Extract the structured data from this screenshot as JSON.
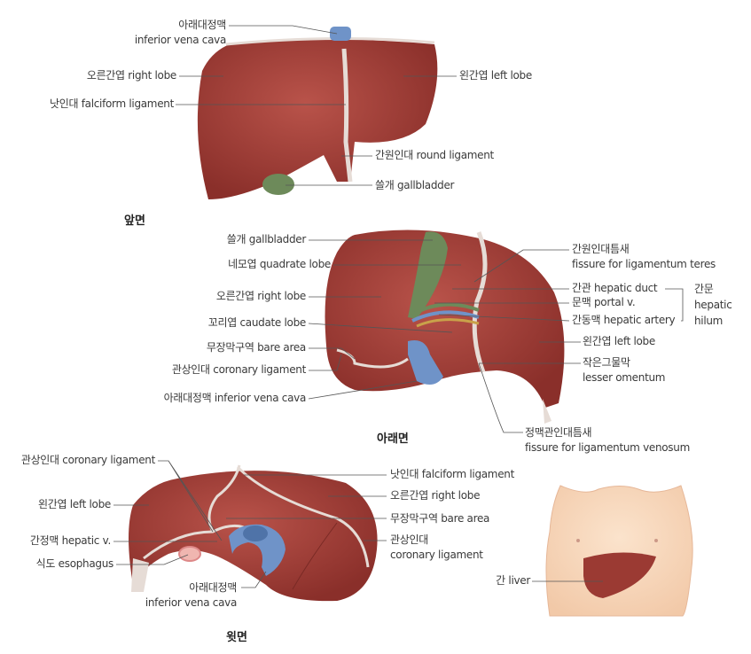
{
  "front": {
    "title": "앞면",
    "ivc_ko": "아래대정맥",
    "ivc_en": "inferior vena cava",
    "right_lobe": "오른간엽 right lobe",
    "falciform": "낫인대 falciform ligament",
    "left_lobe": "왼간엽 left lobe",
    "round_lig": "간원인대 round ligament",
    "gallbladder": "쓸개 gallbladder"
  },
  "inferior": {
    "title": "아래면",
    "gallbladder": "쓸개 gallbladder",
    "quadrate": "네모엽 quadrate lobe",
    "right_lobe": "오른간엽 right lobe",
    "caudate": "꼬리엽 caudate lobe",
    "bare_area": "무장막구역 bare area",
    "coronary": "관상인대 coronary ligament",
    "ivc": "아래대정맥 inferior vena cava",
    "teres_ko": "간원인대틈새",
    "teres_en": "fissure for ligamentum teres",
    "hepatic_duct": "간관 hepatic duct",
    "portal_v": "문맥 portal v.",
    "hepatic_artery": "간동맥 hepatic artery",
    "hilum_ko": "간문",
    "hilum_en1": "hepatic",
    "hilum_en2": "hilum",
    "left_lobe": "왼간엽 left lobe",
    "omentum_ko": "작은그물막",
    "omentum_en": "lesser omentum",
    "venosum_ko": "정맥관인대틈새",
    "venosum_en": "fissure for ligamentum venosum"
  },
  "superior": {
    "title": "윗면",
    "coronary": "관상인대 coronary ligament",
    "left_lobe": "왼간엽 left lobe",
    "hepatic_v": "간정맥 hepatic v.",
    "esophagus": "식도 esophagus",
    "ivc_ko": "아래대정맥",
    "ivc_en": "inferior vena cava",
    "falciform": "낫인대 falciform ligament",
    "right_lobe": "오른간엽 right lobe",
    "bare_area": "무장막구역 bare area",
    "coronary2_ko": "관상인대",
    "coronary2_en": "coronary ligament"
  },
  "body": {
    "liver": "간 liver"
  },
  "colors": {
    "liver": "#9b3a33",
    "liver_light": "#b9534a",
    "vein": "#6f93c8",
    "gallbladder": "#6d8a5a",
    "ligament": "#e6dcd6",
    "skin": "#f7d9bf"
  }
}
